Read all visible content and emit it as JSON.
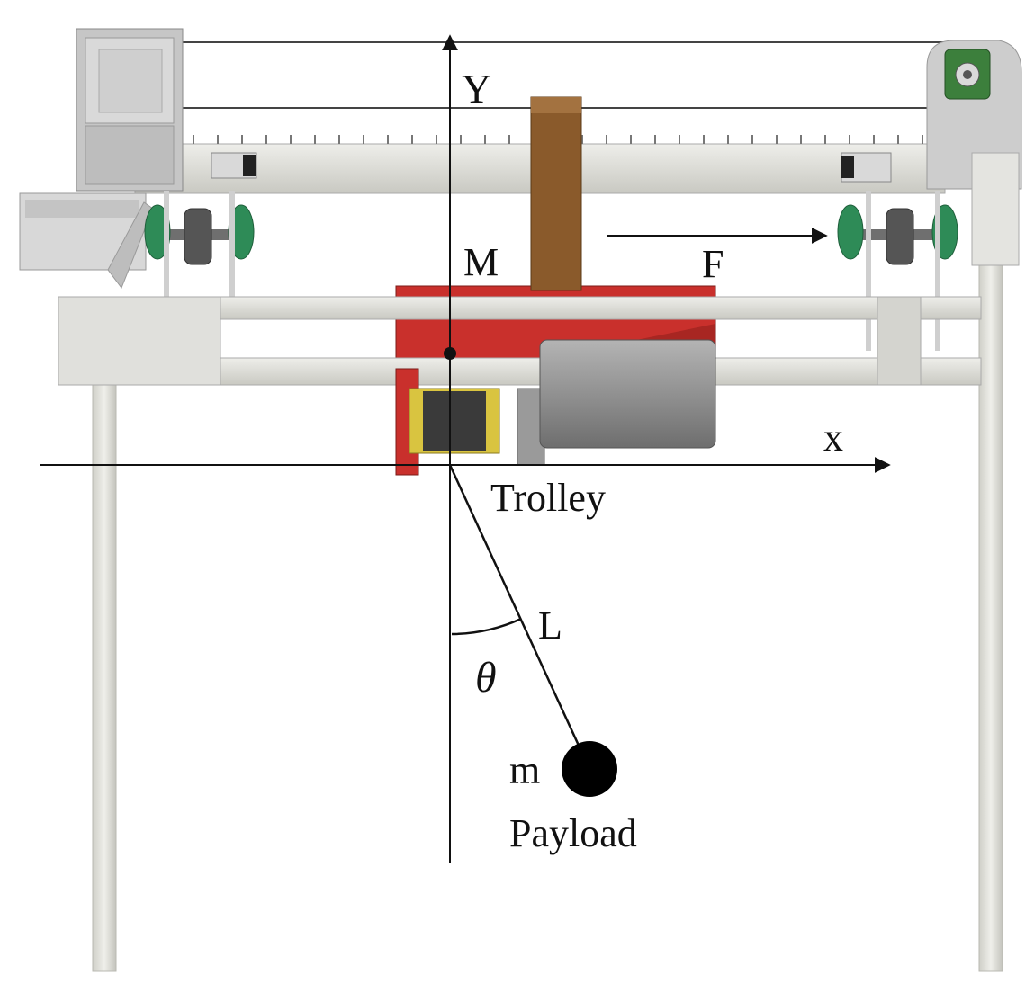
{
  "labels": {
    "y_axis": "Y",
    "x_axis": "x",
    "trolley_mass": "M",
    "force": "F",
    "trolley": "Trolley",
    "cable_length": "L",
    "swing_angle": "θ",
    "payload_mass": "m",
    "payload": "Payload"
  },
  "colors": {
    "frame": "#dcdcd6",
    "frame_shadow": "#b9b9b2",
    "trolley_body": "#c9302c",
    "wooden_bar": "#8a5a2b",
    "motor": "#8e8e8e",
    "wheel": "#2e8b57",
    "pulley": "#3f8f3f",
    "ink": "#111111"
  }
}
